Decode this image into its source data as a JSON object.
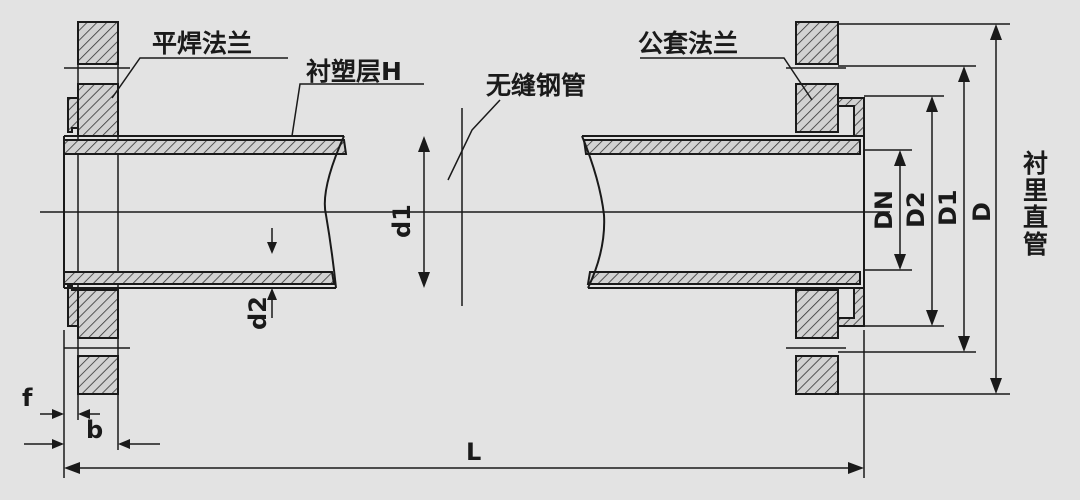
{
  "labels": {
    "slip_on_flange": "平焊法兰",
    "lining_layer": "衬塑层H",
    "seamless_pipe": "无缝钢管",
    "loose_flange": "公套法兰",
    "lined_straight_pipe": "衬里直管"
  },
  "dimensions": {
    "d1": "d1",
    "d2": "d2",
    "dn": "DN",
    "D2": "D2",
    "D1": "D1",
    "D": "D",
    "f": "f",
    "b": "b",
    "L": "L"
  },
  "colors": {
    "background": "#e3e3e3",
    "line": "#1a1a1a"
  }
}
